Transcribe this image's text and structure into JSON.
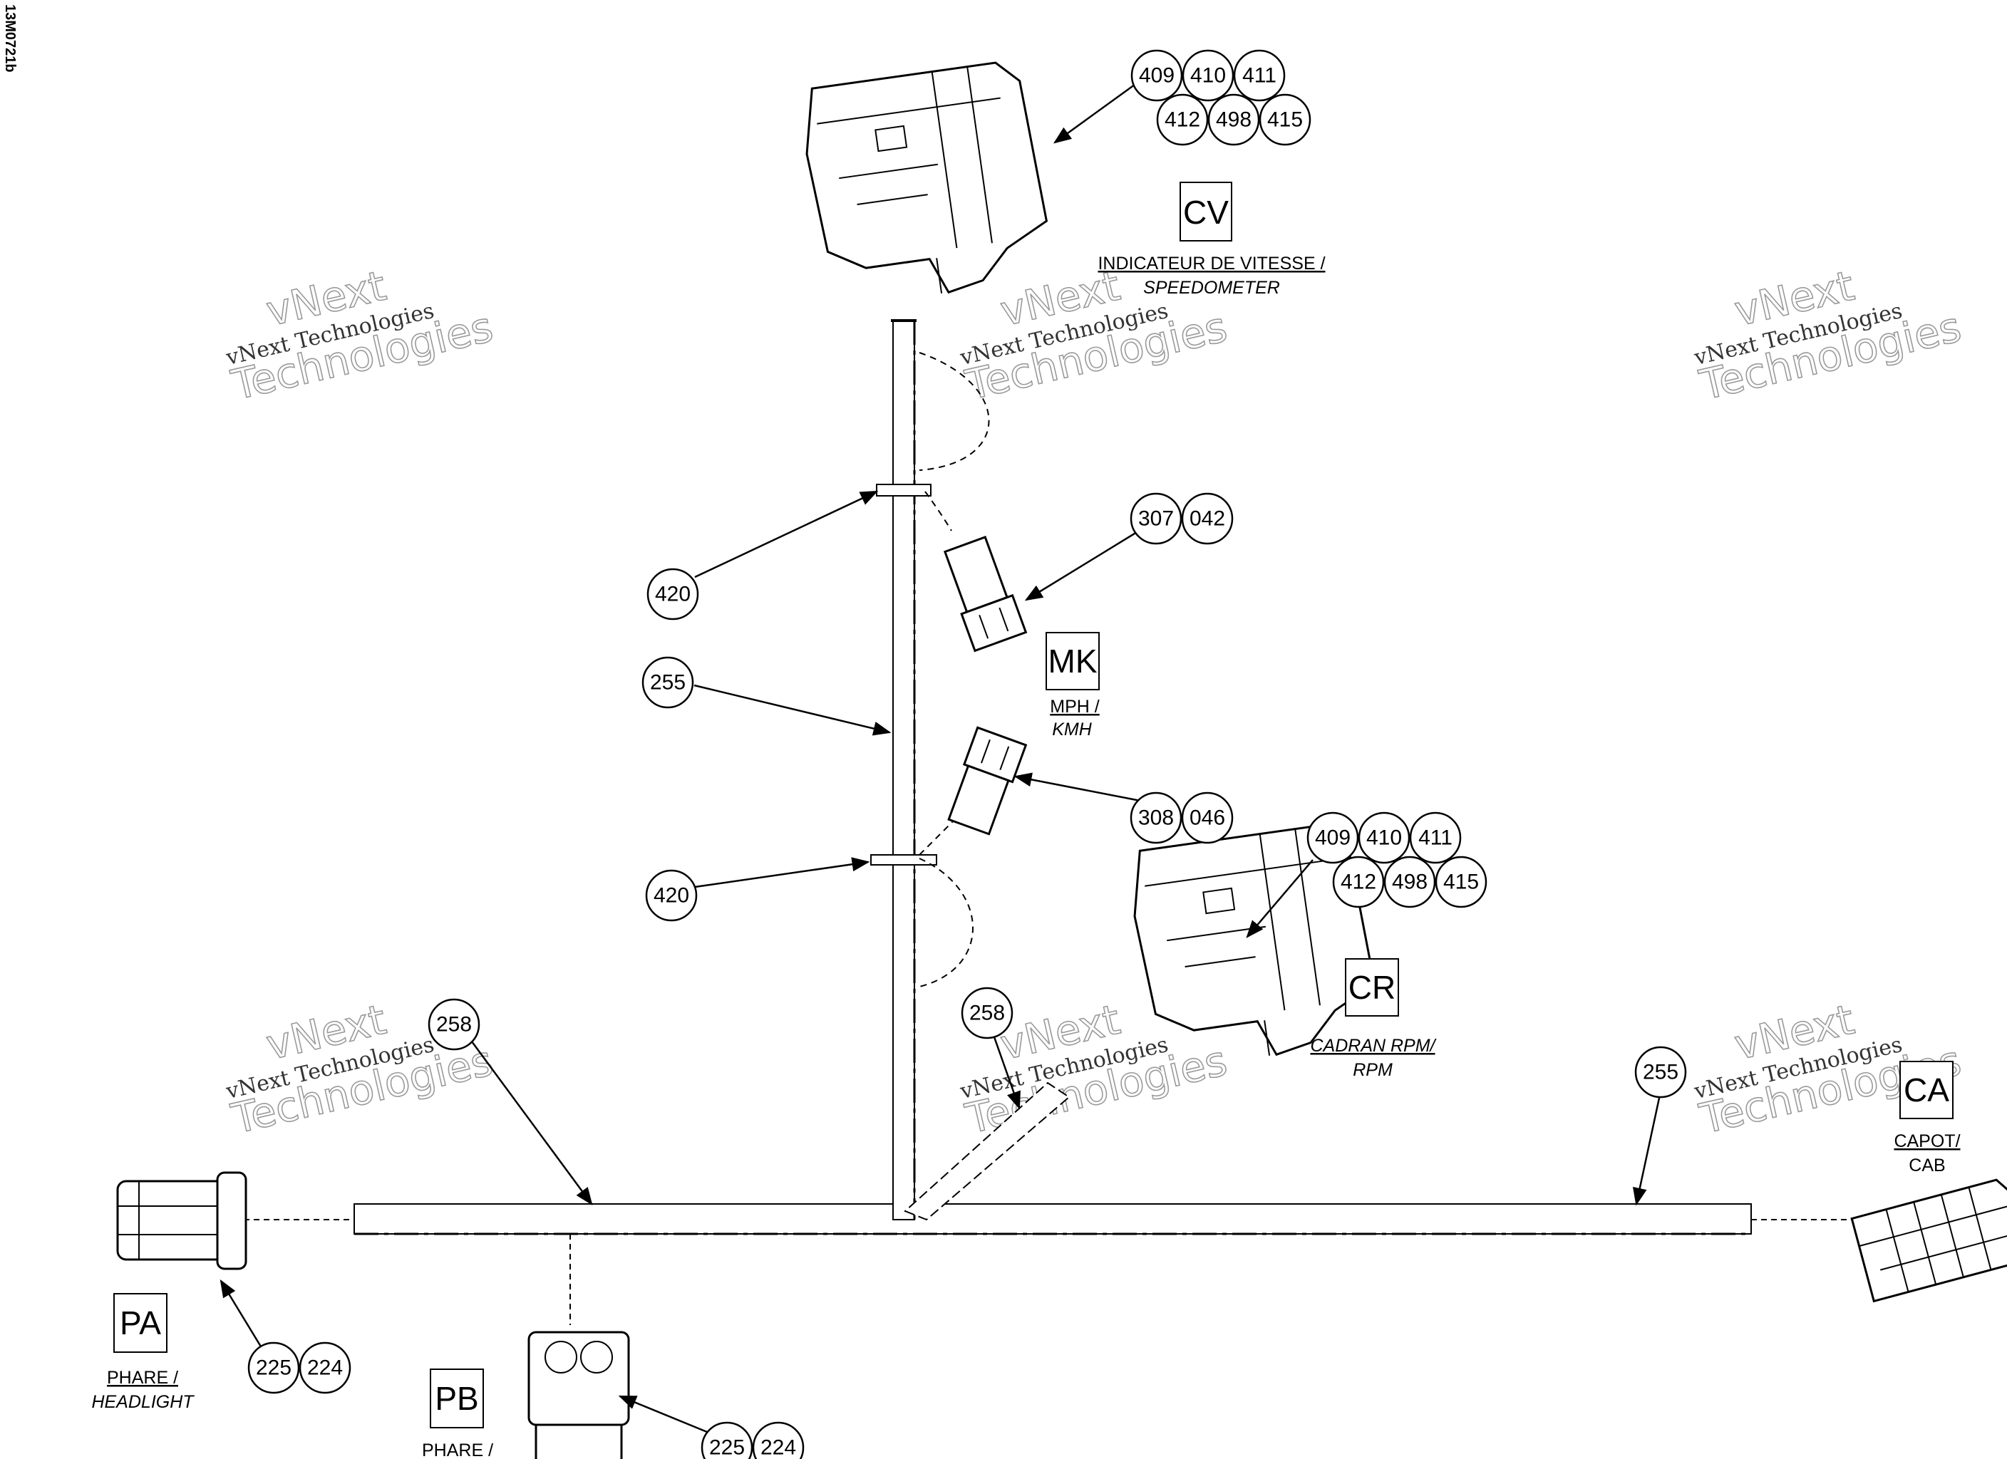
{
  "document_id": "13M0721b",
  "watermark": {
    "line1": "vNext",
    "line2": "vNext Technologies",
    "line3": "Technologies"
  },
  "connectors": {
    "cv": {
      "code": "CV",
      "label_fr": "INDICATEUR DE VITESSE /",
      "label_en": "SPEEDOMETER"
    },
    "mk": {
      "code": "MK",
      "label_fr": "MPH /",
      "label_en": "KMH"
    },
    "cr": {
      "code": "CR",
      "label_fr": "CADRAN RPM/",
      "label_en": "RPM"
    },
    "ca": {
      "code": "CA",
      "label_fr": "CAPOT/",
      "label_en": "CAB"
    },
    "pa": {
      "code": "PA",
      "label_fr": "PHARE /",
      "label_en": "HEADLIGHT"
    },
    "pb": {
      "code": "PB",
      "label_fr": "PHARE /",
      "label_en": ""
    }
  },
  "callouts": {
    "cv_pins": [
      "409",
      "410",
      "411",
      "412",
      "498",
      "415"
    ],
    "mk_upper_pins": [
      "307",
      "042"
    ],
    "mk_lower_pins": [
      "308",
      "046"
    ],
    "cr_pins": [
      "409",
      "410",
      "411",
      "412",
      "498",
      "415"
    ],
    "clamp_upper": "420",
    "clamp_lower": "420",
    "harness_main_vertical": "255",
    "harness_left": "258",
    "harness_diagonal": "258",
    "harness_right": "255",
    "pa_pins": [
      "225",
      "224"
    ],
    "pb_pins": [
      "225",
      "224"
    ]
  }
}
